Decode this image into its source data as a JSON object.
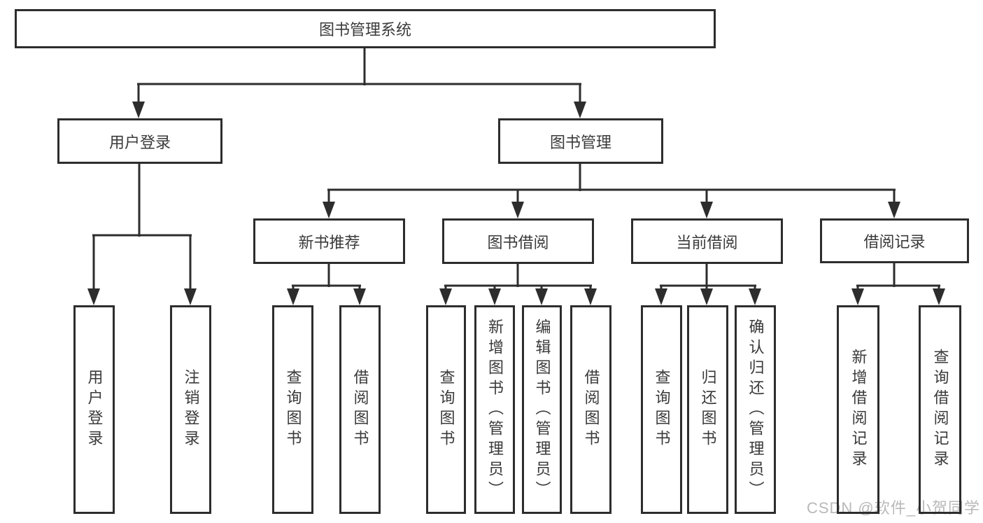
{
  "tree": {
    "label": "图书管理系统",
    "children": [
      {
        "label": "用户登录",
        "children": [
          {
            "label": "用户登录"
          },
          {
            "label": "注销登录"
          }
        ]
      },
      {
        "label": "图书管理",
        "children": [
          {
            "label": "新书推荐",
            "children": [
              {
                "label": "查询图书"
              },
              {
                "label": "借阅图书"
              }
            ]
          },
          {
            "label": "图书借阅",
            "children": [
              {
                "label": "查询图书"
              },
              {
                "label": "新增图书（管理员）"
              },
              {
                "label": "编辑图书（管理员）"
              },
              {
                "label": "借阅图书"
              }
            ]
          },
          {
            "label": "当前借阅",
            "children": [
              {
                "label": "查询图书"
              },
              {
                "label": "归还图书"
              },
              {
                "label": "确认归还（管理员）"
              }
            ]
          },
          {
            "label": "借阅记录",
            "children": [
              {
                "label": "新增借阅记录"
              },
              {
                "label": "查询借阅记录"
              }
            ]
          }
        ]
      }
    ]
  },
  "watermark": {
    "text": "CSDN @软件_小贺同学"
  },
  "colors": {
    "line": "#2d2d2d",
    "text": "#3a3a3a",
    "watermark": "#b9b9b9",
    "background": "#ffffff"
  }
}
